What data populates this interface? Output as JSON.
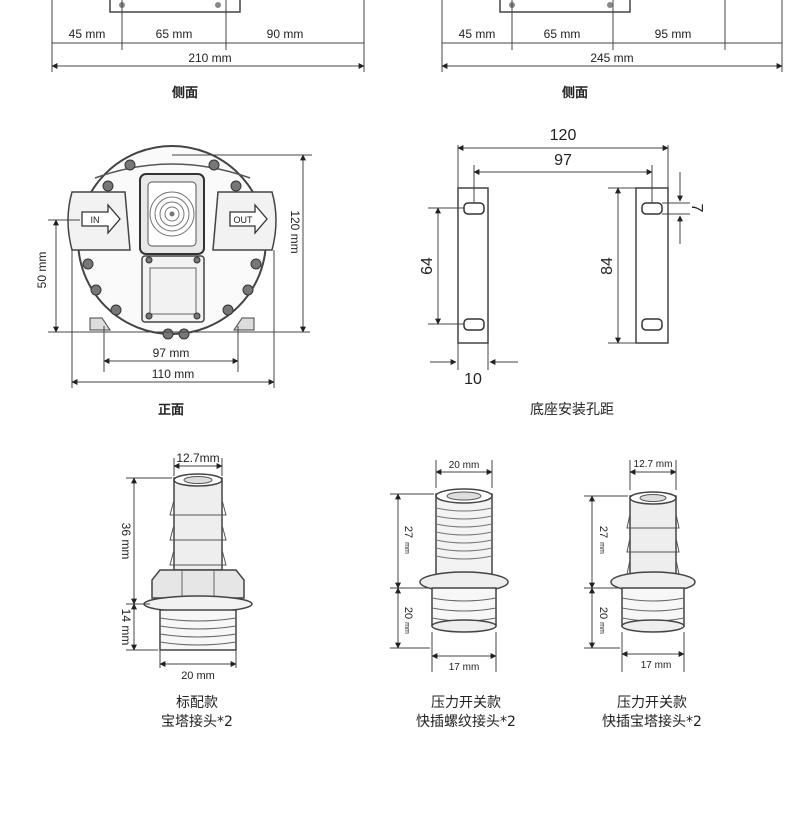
{
  "side_left": {
    "dims": [
      "45 mm",
      "65 mm",
      "90 mm"
    ],
    "total": "210 mm",
    "caption": "侧面"
  },
  "side_right": {
    "dims": [
      "45 mm",
      "65 mm",
      "95 mm"
    ],
    "total": "245 mm",
    "caption": "侧面"
  },
  "front": {
    "height": "120 mm",
    "inlet_height": "50 mm",
    "inner_width": "97 mm",
    "outer_width": "110 mm",
    "in_label": "IN",
    "out_label": "OUT",
    "caption": "正面"
  },
  "base": {
    "outer": "120",
    "inner": "97",
    "hole_left": "64",
    "hole_right": "84",
    "slot_height": "7",
    "bracket_width": "10",
    "caption": "底座安装孔距"
  },
  "fittings": [
    {
      "top": "12.7mm",
      "upper": "36 mm",
      "lower": "14 mm",
      "bottom": "20 mm",
      "caption_1": "标配款",
      "caption_2": "宝塔接头*2"
    },
    {
      "top": "20 mm",
      "upper": "27",
      "lower": "20",
      "unit": "mm",
      "bottom": "17 mm",
      "caption_1": "压力开关款",
      "caption_2": "快插螺纹接头*2"
    },
    {
      "top": "12.7 mm",
      "upper": "27",
      "lower": "20",
      "unit": "mm",
      "bottom": "17 mm",
      "caption_1": "压力开关款",
      "caption_2": "快插宝塔接头*2"
    }
  ]
}
